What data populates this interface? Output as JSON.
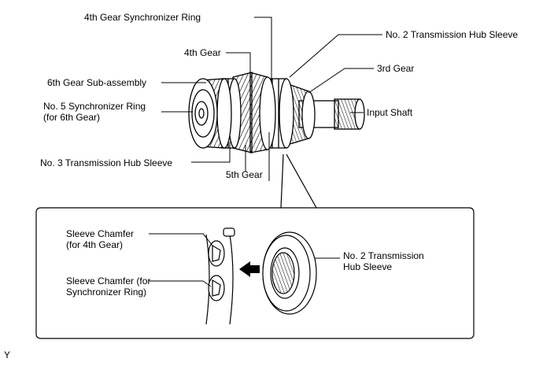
{
  "labels": {
    "synchro_ring_4th": "4th Gear Synchronizer Ring",
    "no2_hub_sleeve": "No. 2 Transmission Hub Sleeve",
    "gear_4th": "4th Gear",
    "gear_3rd": "3rd Gear",
    "gear_6th_subassy": "6th Gear Sub-assembly",
    "no5_synchro_ring": "No. 5 Synchronizer Ring\n(for 6th Gear)",
    "input_shaft": "Input Shaft",
    "no3_hub_sleeve": "No. 3 Transmission Hub Sleeve",
    "gear_5th": "5th Gear"
  },
  "detail": {
    "sleeve_chamfer_4th": "Sleeve Chamfer\n(for 4th Gear)",
    "sleeve_chamfer_synchro": "Sleeve Chamfer (for\nSynchronizer Ring)",
    "no2_hub_sleeve": "No. 2 Transmission\nHub Sleeve"
  },
  "footer": {
    "code": "Y"
  }
}
